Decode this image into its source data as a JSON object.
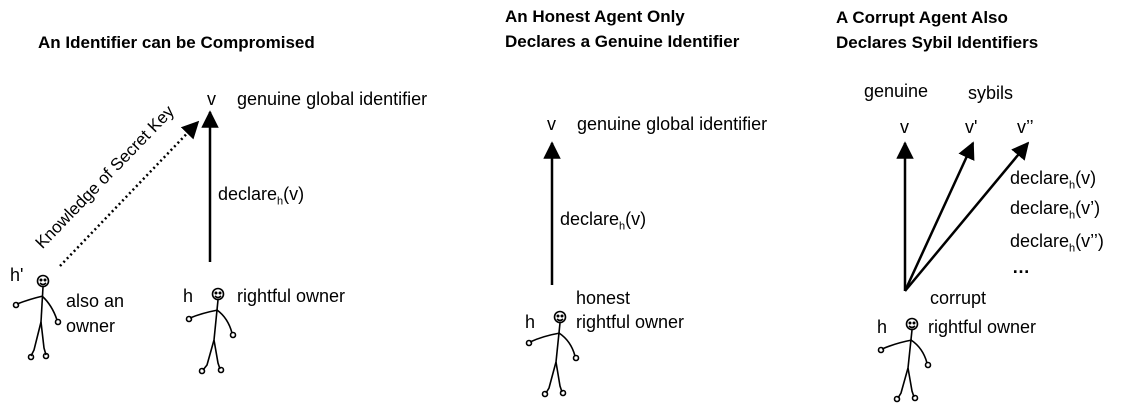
{
  "panels": [
    {
      "title": "An Identifier can be Compromised",
      "v": "v",
      "genuine_label": "genuine global identifier",
      "declare_base": "declare",
      "declare_sub": "h",
      "declare_arg": "(v)",
      "dotted_label": "Knowledge of Secret Key",
      "attacker_name": "h'",
      "attacker_desc": [
        "also an",
        "owner"
      ],
      "owner_name": "h",
      "owner_desc": "rightful owner"
    },
    {
      "title_lines": [
        "An Honest Agent Only",
        "Declares a Genuine Identifier"
      ],
      "v": "v",
      "genuine_label": "genuine global identifier",
      "declare_base": "declare",
      "declare_sub": "h",
      "declare_arg": "(v)",
      "status": "honest",
      "owner_name": "h",
      "owner_desc": "rightful owner"
    },
    {
      "title_lines": [
        "A Corrupt Agent Also",
        "Declares Sybil Identifiers"
      ],
      "genuine_header": "genuine",
      "sybils_header": "sybils",
      "ids": [
        "v",
        "v'",
        "v’’"
      ],
      "declare_base": "declare",
      "declare_sub": "h",
      "declare_args": [
        "(v)",
        "(v’)",
        "(v’’)"
      ],
      "ellipsis": "…",
      "status": "corrupt",
      "owner_name": "h",
      "owner_desc": "rightful owner"
    }
  ]
}
